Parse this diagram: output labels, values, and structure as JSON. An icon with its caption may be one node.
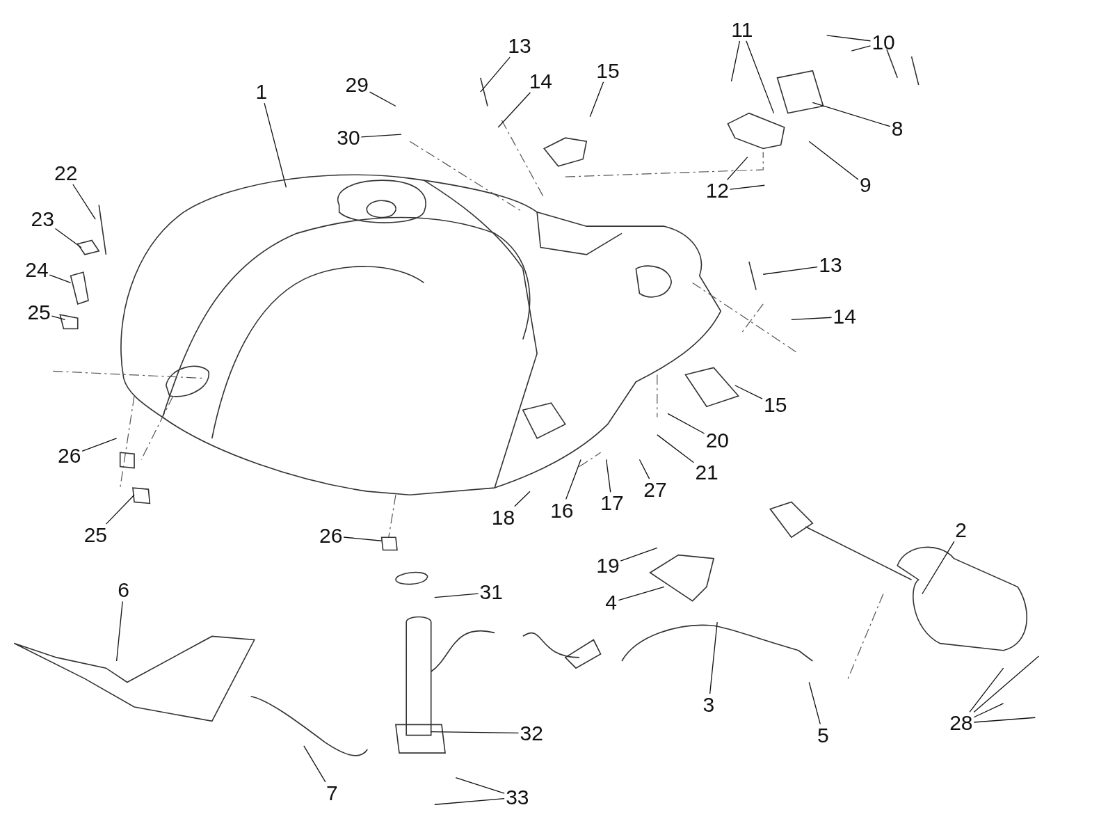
{
  "diagram": {
    "nodes": [
      {
        "text": [
          "11"
        ]
      },
      {
        "text": [
          "10"
        ]
      },
      {
        "text": [
          "13"
        ]
      },
      {
        "text": [
          "15"
        ]
      },
      {
        "text": [
          "29"
        ]
      },
      {
        "text": [
          "1"
        ]
      },
      {
        "text": [
          "14"
        ]
      },
      {
        "text": [
          "8"
        ]
      },
      {
        "text": [
          "30"
        ]
      },
      {
        "text": [
          "22"
        ]
      },
      {
        "text": [
          "9"
        ]
      },
      {
        "text": [
          "12"
        ]
      },
      {
        "text": [
          "23"
        ]
      },
      {
        "text": [
          "13"
        ]
      },
      {
        "text": [
          "24"
        ]
      },
      {
        "text": [
          "25"
        ]
      },
      {
        "text": [
          "14"
        ]
      },
      {
        "text": [
          "15"
        ]
      },
      {
        "text": [
          "20"
        ]
      },
      {
        "text": [
          "26"
        ]
      },
      {
        "text": [
          "21"
        ]
      },
      {
        "text": [
          "27"
        ]
      },
      {
        "text": [
          "17"
        ]
      },
      {
        "text": [
          "16"
        ]
      },
      {
        "text": [
          "18"
        ]
      },
      {
        "text": [
          "2"
        ]
      },
      {
        "text": [
          "25"
        ]
      },
      {
        "text": [
          "26"
        ]
      },
      {
        "text": [
          "19"
        ]
      },
      {
        "text": [
          "6"
        ]
      },
      {
        "text": [
          "31"
        ]
      },
      {
        "text": [
          "4"
        ]
      },
      {
        "text": [
          "3"
        ]
      },
      {
        "text": [
          "28"
        ]
      },
      {
        "text": [
          "32"
        ]
      },
      {
        "text": [
          "5"
        ]
      },
      {
        "text": [
          "7"
        ]
      },
      {
        "text": [
          "33"
        ]
      }
    ],
    "edges": [
      {
        "from": 0,
        "to": null,
        "arrow": "none"
      },
      {
        "from": 0,
        "to": null,
        "arrow": "none"
      },
      {
        "from": 1,
        "to": null,
        "arrow": "none"
      },
      {
        "from": 1,
        "to": null,
        "arrow": "none"
      },
      {
        "from": 2,
        "to": null,
        "arrow": "none"
      },
      {
        "from": 3,
        "to": null,
        "arrow": "none"
      },
      {
        "from": 4,
        "to": null,
        "arrow": "none"
      },
      {
        "from": 5,
        "to": null,
        "arrow": "none"
      },
      {
        "from": 6,
        "to": null,
        "arrow": "none"
      },
      {
        "from": 7,
        "to": null,
        "arrow": "none"
      },
      {
        "from": 8,
        "to": null,
        "arrow": "none"
      },
      {
        "from": 9,
        "to": null,
        "arrow": "none"
      },
      {
        "from": 10,
        "to": null,
        "arrow": "none"
      },
      {
        "from": 11,
        "to": null,
        "arrow": "none"
      },
      {
        "from": 11,
        "to": null,
        "arrow": "none"
      },
      {
        "from": 12,
        "to": null,
        "arrow": "none"
      },
      {
        "from": 13,
        "to": null,
        "arrow": "none"
      },
      {
        "from": 14,
        "to": null,
        "arrow": "none"
      },
      {
        "from": 15,
        "to": null,
        "arrow": "none"
      },
      {
        "from": 16,
        "to": null,
        "arrow": "none"
      },
      {
        "from": 17,
        "to": null,
        "arrow": "none"
      },
      {
        "from": 18,
        "to": null,
        "arrow": "none"
      },
      {
        "from": 19,
        "to": null,
        "arrow": "none"
      },
      {
        "from": 20,
        "to": null,
        "arrow": "none"
      },
      {
        "from": 21,
        "to": null,
        "arrow": "none"
      },
      {
        "from": 22,
        "to": null,
        "arrow": "none"
      },
      {
        "from": 23,
        "to": null,
        "arrow": "none"
      },
      {
        "from": 24,
        "to": null,
        "arrow": "none"
      },
      {
        "from": 25,
        "to": null,
        "arrow": "none"
      },
      {
        "from": 26,
        "to": null,
        "arrow": "none"
      },
      {
        "from": 27,
        "to": null,
        "arrow": "none"
      },
      {
        "from": 28,
        "to": null,
        "arrow": "none"
      },
      {
        "from": 29,
        "to": null,
        "arrow": "none"
      },
      {
        "from": 30,
        "to": null,
        "arrow": "none"
      },
      {
        "from": 31,
        "to": null,
        "arrow": "none"
      },
      {
        "from": 32,
        "to": null,
        "arrow": "none"
      },
      {
        "from": 33,
        "to": null,
        "arrow": "none"
      },
      {
        "from": 33,
        "to": null,
        "arrow": "none"
      },
      {
        "from": 33,
        "to": null,
        "arrow": "none"
      },
      {
        "from": 33,
        "to": null,
        "arrow": "none"
      },
      {
        "from": 34,
        "to": null,
        "arrow": "none"
      },
      {
        "from": 35,
        "to": null,
        "arrow": "none"
      },
      {
        "from": 36,
        "to": null,
        "arrow": "none"
      },
      {
        "from": 37,
        "to": null,
        "arrow": "none"
      },
      {
        "from": 37,
        "to": null,
        "arrow": "none"
      }
    ]
  }
}
